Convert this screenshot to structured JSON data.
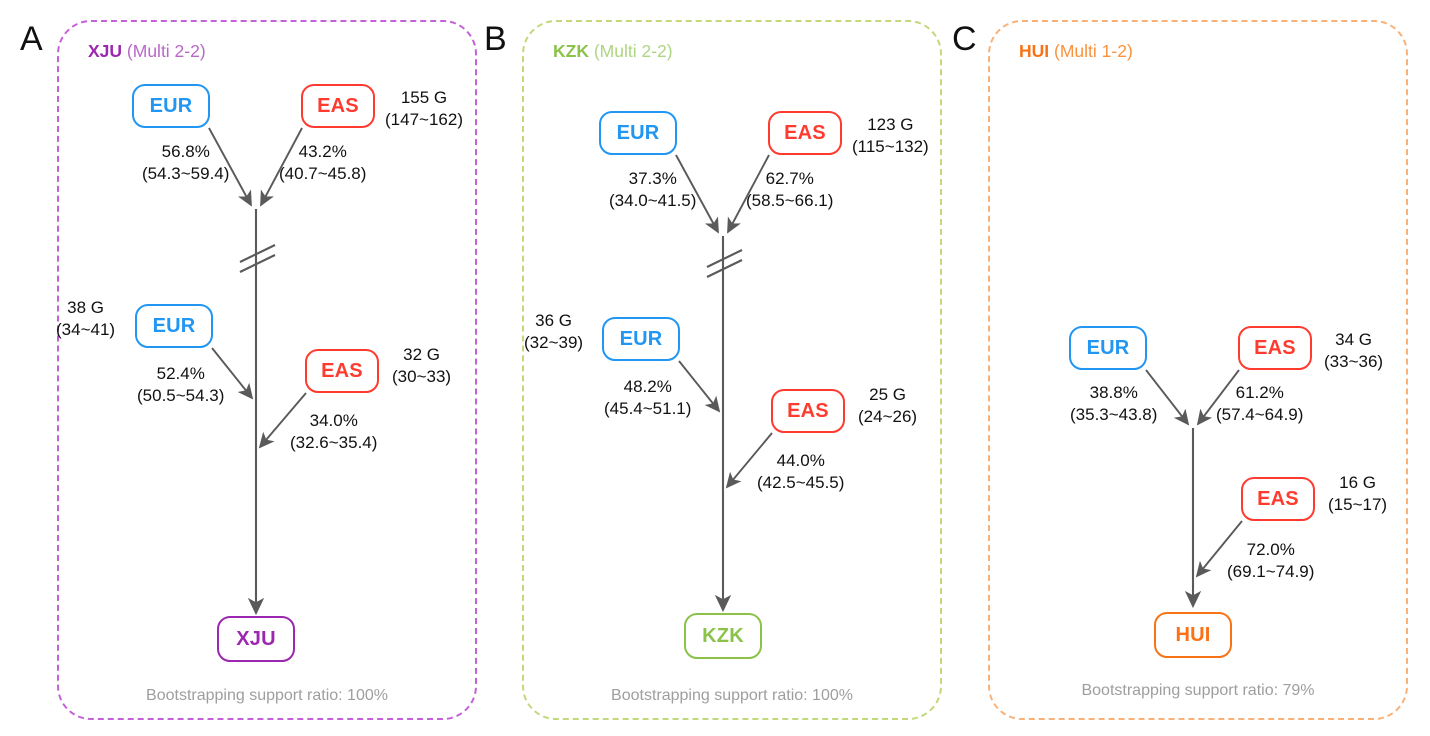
{
  "figure": {
    "labels": {
      "unit_suffix": "G"
    },
    "colors": {
      "eur": "#2196f3",
      "eas": "#ff3b30",
      "xju": "#9c27b0",
      "kzk": "#8bc34a",
      "hui": "#f97316",
      "edge": "#5a5a5a",
      "support_text": "#9e9e9e"
    }
  },
  "panels": [
    {
      "letter": "A",
      "target_code": "XJU",
      "model": "(Multi 2-2)",
      "support": "Bootstrapping support ratio: 100%",
      "nodes": {
        "top_left": "EUR",
        "top_right": "EAS",
        "mid_left": "EUR",
        "mid_right": "EAS",
        "target": "XJU"
      },
      "generations": {
        "top_event": {
          "value": "155 G",
          "ci": "(147~162)"
        },
        "mid_left_event": {
          "value": "38 G",
          "ci": "(34~41)"
        },
        "mid_right_event": {
          "value": "32 G",
          "ci": "(30~33)"
        }
      },
      "proportions": {
        "top_left": {
          "value": "56.8%",
          "ci": "(54.3~59.4)"
        },
        "top_right": {
          "value": "43.2%",
          "ci": "(40.7~45.8)"
        },
        "mid_left": {
          "value": "52.4%",
          "ci": "(50.5~54.3)"
        },
        "mid_right": {
          "value": "34.0%",
          "ci": "(32.6~35.4)"
        }
      },
      "has_break_mark": true
    },
    {
      "letter": "B",
      "target_code": "KZK",
      "model": "(Multi 2-2)",
      "support": "Bootstrapping support ratio: 100%",
      "nodes": {
        "top_left": "EUR",
        "top_right": "EAS",
        "mid_left": "EUR",
        "mid_right": "EAS",
        "target": "KZK"
      },
      "generations": {
        "top_event": {
          "value": "123 G",
          "ci": "(115~132)"
        },
        "mid_left_event": {
          "value": "36 G",
          "ci": "(32~39)"
        },
        "mid_right_event": {
          "value": "25 G",
          "ci": "(24~26)"
        }
      },
      "proportions": {
        "top_left": {
          "value": "37.3%",
          "ci": "(34.0~41.5)"
        },
        "top_right": {
          "value": "62.7%",
          "ci": "(58.5~66.1)"
        },
        "mid_left": {
          "value": "48.2%",
          "ci": "(45.4~51.1)"
        },
        "mid_right": {
          "value": "44.0%",
          "ci": "(42.5~45.5)"
        }
      },
      "has_break_mark": true
    },
    {
      "letter": "C",
      "target_code": "HUI",
      "model": "(Multi 1-2)",
      "support": "Bootstrapping support ratio: 79%",
      "nodes": {
        "top_left": "EUR",
        "top_right": "EAS",
        "mid_right": "EAS",
        "target": "HUI"
      },
      "generations": {
        "top_event": {
          "value": "34 G",
          "ci": "(33~36)"
        },
        "mid_right_event": {
          "value": "16 G",
          "ci": "(15~17)"
        }
      },
      "proportions": {
        "top_left": {
          "value": "38.8%",
          "ci": "(35.3~43.8)"
        },
        "top_right": {
          "value": "61.2%",
          "ci": "(57.4~64.9)"
        },
        "mid_right": {
          "value": "72.0%",
          "ci": "(69.1~74.9)"
        }
      },
      "has_break_mark": false
    }
  ]
}
